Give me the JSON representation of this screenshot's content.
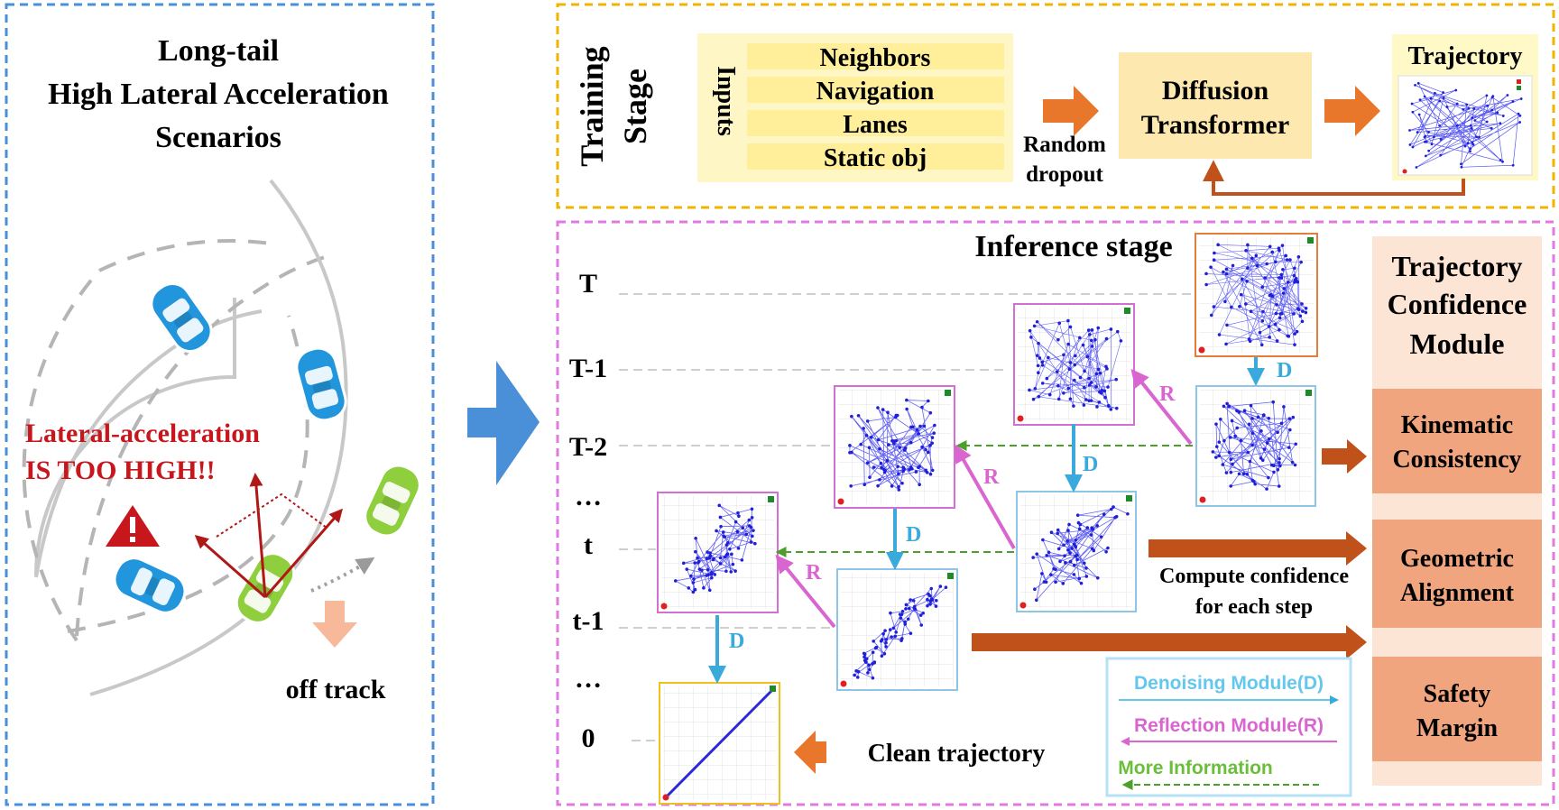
{
  "left_panel": {
    "title": [
      "Long-tail",
      "High Lateral Acceleration",
      "Scenarios"
    ],
    "warning": [
      "Lateral-acceleration",
      "IS TOO HIGH!!"
    ],
    "off_track": "off track"
  },
  "training": {
    "stage_label": [
      "Training",
      "Stage"
    ],
    "inputs_label": "Inputs",
    "inputs": [
      "Neighbors",
      "Navigation",
      "Lanes",
      "Static obj"
    ],
    "dropout_label": [
      "Random",
      "dropout"
    ],
    "model_label": [
      "Diffusion",
      "Transformer"
    ],
    "output_label": "Trajectory"
  },
  "inference": {
    "title": "Inference stage",
    "timesteps": [
      "T",
      "T-1",
      "T-2",
      "…",
      "t",
      "t-1",
      "…",
      "0"
    ],
    "denoise_tag": "D",
    "reflect_tag": "R",
    "compute_label": [
      "Compute confidence",
      "for each step"
    ],
    "clean_label": "Clean trajectory",
    "legend": {
      "denoise": "Denoising Module(D)",
      "reflect": "Reflection Module(R)",
      "more": "More Information"
    }
  },
  "confidence_module": {
    "title": [
      "Trajectory",
      "Confidence",
      "Module"
    ],
    "items": [
      [
        "Kinematic",
        "Consistency"
      ],
      [
        "Geometric",
        "Alignment"
      ],
      [
        "Safety",
        "Margin"
      ]
    ]
  },
  "colors": {
    "left_border": "#4a90d9",
    "train_border": "#f0b400",
    "infer_border": "#e07ae0",
    "input_box": "#ffef9a",
    "model_box": "#fde8b0",
    "orange_arrow": "#e8762b",
    "brown_arrow": "#c0511a",
    "denoise": "#3aa9dc",
    "reflect": "#d966d0",
    "more": "#6abf3a",
    "warning": "#c8161d",
    "car_blue": "#2196dc",
    "car_green": "#8fce3c",
    "module_bg": "#fde5d6",
    "module_item": "#f0a57e"
  }
}
